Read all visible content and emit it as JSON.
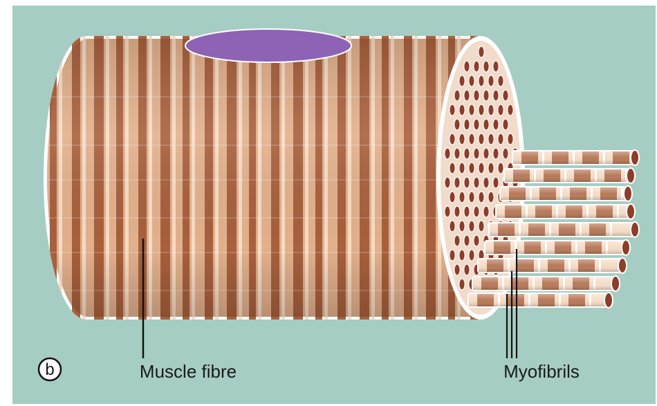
{
  "figure": {
    "panel_letter": "b",
    "labels": {
      "muscle_fibre": "Muscle fibre",
      "myofibrils": "Myofibrils"
    },
    "colors": {
      "background": "#a6cdc3",
      "fibre_base": "#e3b08c",
      "band_dark": "#a8603d",
      "band_light": "#f6dcc6",
      "nucleus": "#8e63b5",
      "myofibril_end": "#8c3e2a",
      "outline": "#ffffff",
      "leader_line": "#111111"
    }
  }
}
